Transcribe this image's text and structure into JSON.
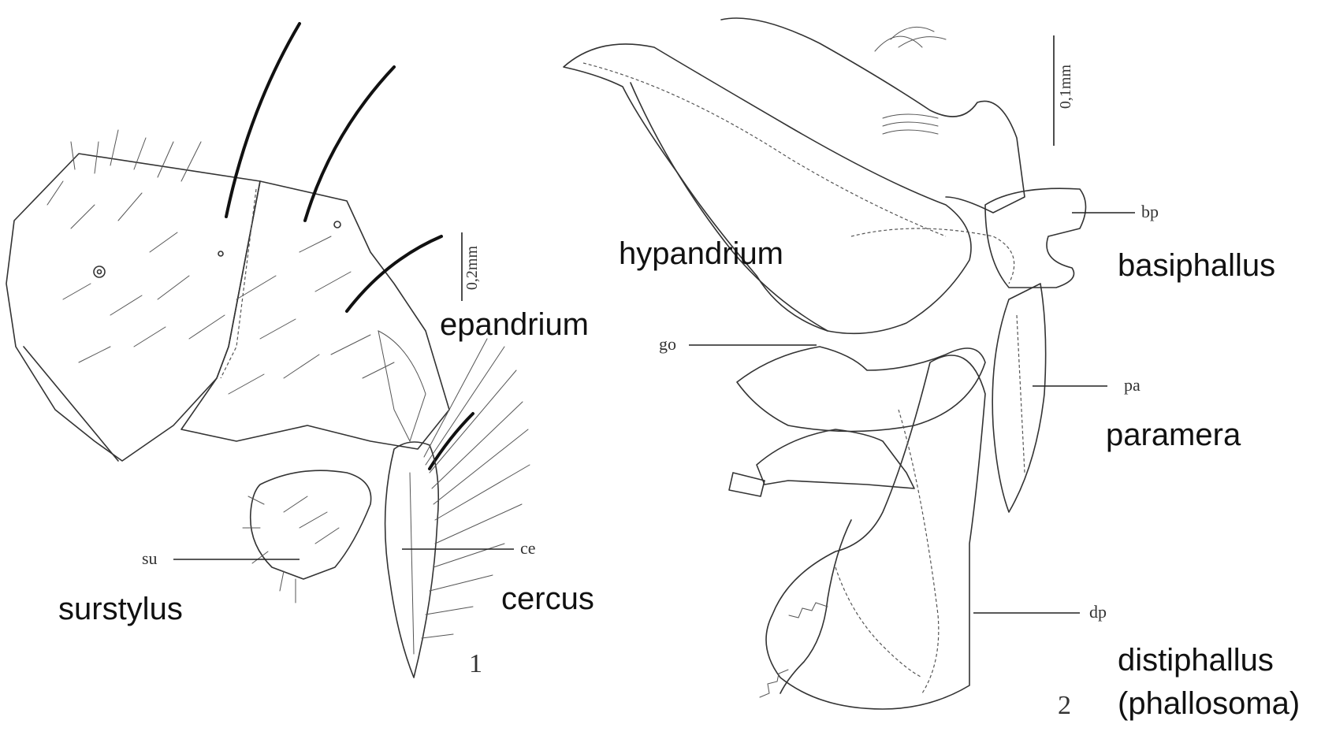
{
  "figure1": {
    "number": "1",
    "scale_label": "0,2mm",
    "abbr": {
      "su": "su",
      "ce": "ce"
    },
    "labels": {
      "epandrium": "epandrium",
      "surstylus": "surstylus",
      "cercus": "cercus"
    }
  },
  "figure2": {
    "number": "2",
    "scale_label": "0,1mm",
    "abbr": {
      "bp": "bp",
      "go": "go",
      "pa": "pa",
      "dp": "dp"
    },
    "labels": {
      "hypandrium": "hypandrium",
      "basiphallus": "basiphallus",
      "paramera": "paramera",
      "distiphallus_line1": "distiphallus",
      "distiphallus_line2": "(phallosoma)"
    }
  }
}
